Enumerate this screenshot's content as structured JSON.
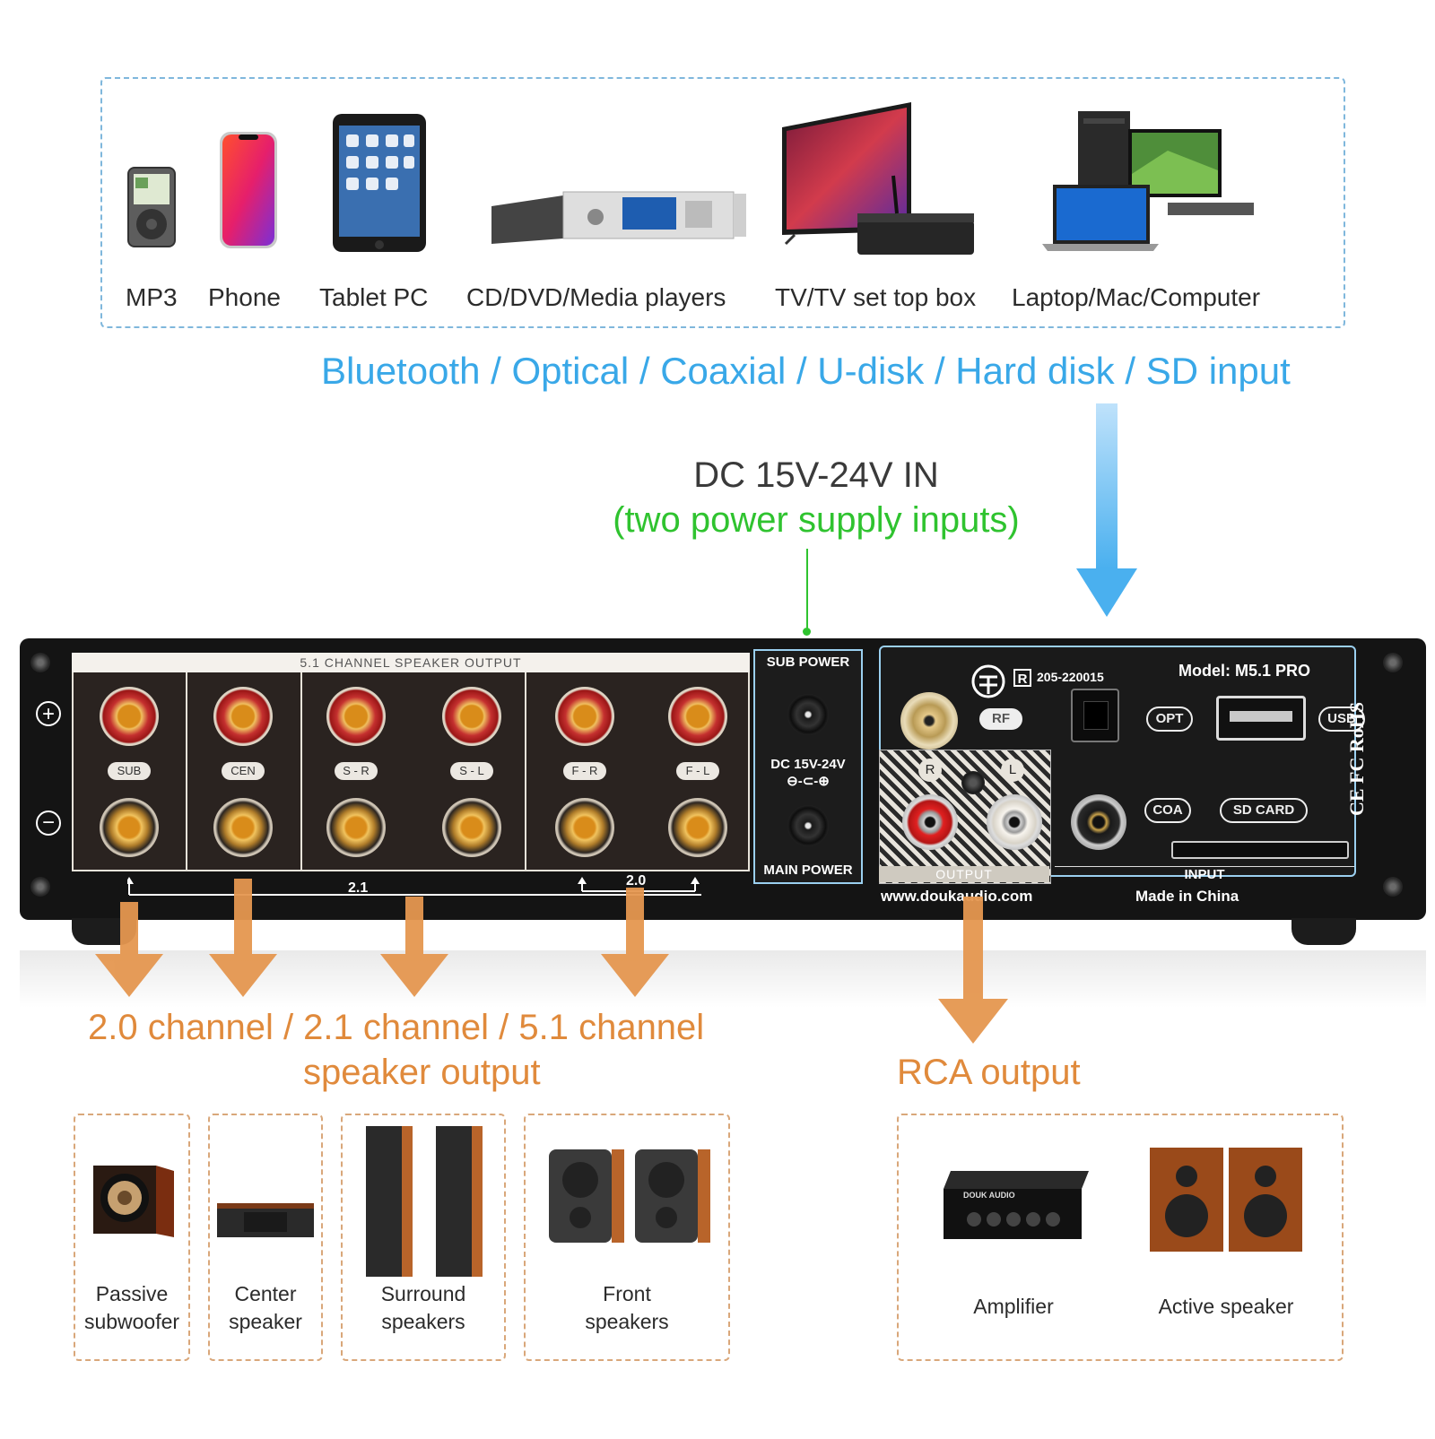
{
  "sources": {
    "items": [
      {
        "icon": "mp3-player-icon",
        "label": "MP3"
      },
      {
        "icon": "phone-icon",
        "label": "Phone"
      },
      {
        "icon": "tablet-icon",
        "label": "Tablet PC"
      },
      {
        "icon": "media-player-icon",
        "label": "CD/DVD/Media players"
      },
      {
        "icon": "tv-icon",
        "label": "TV/TV set top box"
      },
      {
        "icon": "computer-icon",
        "label": "Laptop/Mac/Computer"
      }
    ],
    "input_types": "Bluetooth / Optical / Coaxial / U-disk / Hard disk / SD input"
  },
  "power": {
    "title": "DC 15V-24V IN",
    "subtitle": "(two power supply inputs)"
  },
  "panel": {
    "speaker_output_title": "5.1 CHANNEL SPEAKER OUTPUT",
    "channels": [
      "SUB",
      "CEN",
      "S - R",
      "S - L",
      "F - R",
      "F - L"
    ],
    "plus_symbol": "+",
    "minus_symbol": "−",
    "bracket_21": "2.1",
    "bracket_20": "2.0",
    "sub_power": "SUB POWER",
    "dc_label": "DC 15V-24V",
    "polarity": "⊖-⊂-⊕",
    "main_power": "MAIN POWER",
    "cert_number": "205-220015",
    "cert_r": "R",
    "model": "Model: M5.1 PRO",
    "rf": "RF",
    "opt": "OPT",
    "usb": "USB",
    "coa": "COA",
    "sd_card": "SD CARD",
    "rca_r": "R",
    "rca_l": "L",
    "output": "OUTPUT",
    "input": "INPUT",
    "website": "www.doukaudio.com",
    "made_in": "Made in China",
    "compliance": "CE FC RoHS"
  },
  "outputs": {
    "speaker_title_line1": "2.0 channel / 2.1 channel / 5.1 channel",
    "speaker_title_line2": "speaker output",
    "rca_title": "RCA output",
    "speakers": [
      {
        "icon": "subwoofer-icon",
        "line1": "Passive",
        "line2": "subwoofer"
      },
      {
        "icon": "center-speaker-icon",
        "line1": "Center",
        "line2": "speaker"
      },
      {
        "icon": "surround-speakers-icon",
        "line1": "Surround",
        "line2": "speakers"
      },
      {
        "icon": "front-speakers-icon",
        "line1": "Front",
        "line2": "speakers"
      }
    ],
    "rca_devices": [
      {
        "icon": "amplifier-icon",
        "label": "Amplifier",
        "brand": "DOUK AUDIO"
      },
      {
        "icon": "active-speaker-icon",
        "label": "Active speaker"
      }
    ]
  },
  "colors": {
    "blue_accent": "#39a8e8",
    "green_accent": "#2fc32f",
    "orange_accent": "#e08a3c"
  }
}
